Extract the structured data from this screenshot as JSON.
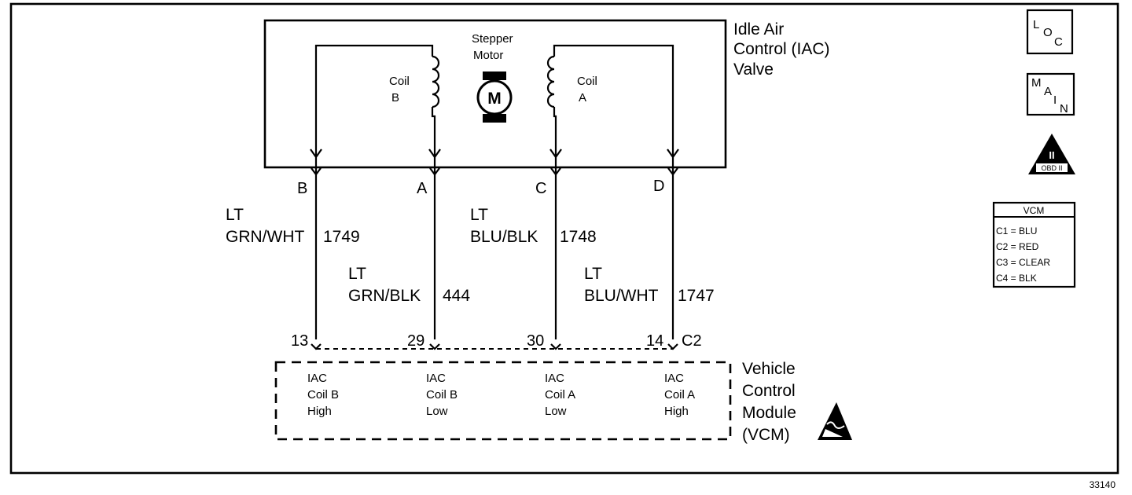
{
  "iac_valve": {
    "title_lines": [
      "Idle Air",
      "Control (IAC)",
      "Valve"
    ],
    "stepper_label_lines": [
      "Stepper",
      "Motor"
    ],
    "motor_symbol": "M",
    "coil_b_lines": [
      "Coil",
      "B"
    ],
    "coil_a_lines": [
      "Coil",
      "A"
    ]
  },
  "terminals": [
    "B",
    "A",
    "C",
    "D"
  ],
  "wires": [
    {
      "color_lines": [
        "LT",
        "GRN/WHT"
      ],
      "circuit": "1749"
    },
    {
      "color_lines": [
        "LT",
        "GRN/BLK"
      ],
      "circuit": "444"
    },
    {
      "color_lines": [
        "LT",
        "BLU/BLK"
      ],
      "circuit": "1748"
    },
    {
      "color_lines": [
        "LT",
        "BLU/WHT"
      ],
      "circuit": "1747"
    }
  ],
  "vcm_pins": [
    "13",
    "29",
    "30",
    "14"
  ],
  "vcm_connector": "C2",
  "vcm_module": {
    "title_lines": [
      "Vehicle",
      "Control",
      "Module",
      "(VCM)"
    ],
    "circuits": [
      [
        "IAC",
        "Coil B",
        "High"
      ],
      [
        "IAC",
        "Coil B",
        "Low"
      ],
      [
        "IAC",
        "Coil A",
        "Low"
      ],
      [
        "IAC",
        "Coil A",
        "High"
      ]
    ]
  },
  "legend": {
    "loc_letters": [
      "L",
      "O",
      "C"
    ],
    "main_letters": [
      "M",
      "A",
      "I",
      "N"
    ],
    "obd_label": "OBD II",
    "obd_roman": "II",
    "vcm_table_title": "VCM",
    "vcm_table_rows": [
      "C1 = BLU",
      "C2 = RED",
      "C3 = CLEAR",
      "C4 = BLK"
    ]
  },
  "figure_number": "33140"
}
